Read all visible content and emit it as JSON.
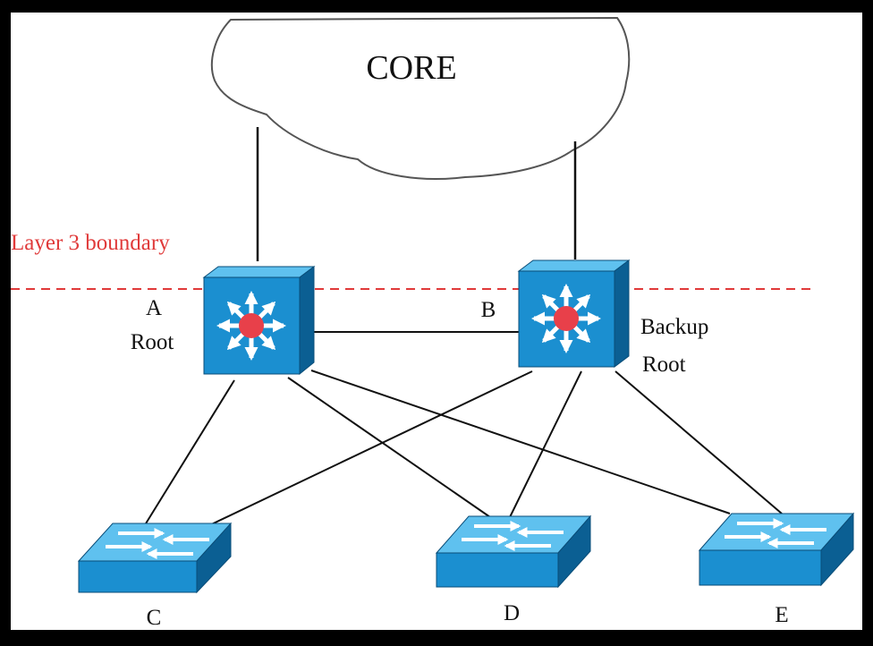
{
  "cloud": {
    "label": "CORE"
  },
  "boundary": {
    "label": "Layer 3 boundary",
    "color": "#e03a3a"
  },
  "switches": {
    "a": {
      "letter": "A",
      "role": "Root"
    },
    "b": {
      "letter": "B",
      "role_line1": "Backup",
      "role_line2": "Root"
    },
    "c": {
      "letter": "C"
    },
    "d": {
      "letter": "D"
    },
    "e": {
      "letter": "E"
    }
  },
  "colors": {
    "switch_front": "#1b8fd0",
    "switch_top": "#5fc1ef",
    "switch_side": "#0b5f93",
    "core_dot": "#e8404a",
    "frame": "#000000",
    "canvas": "#ffffff"
  },
  "icons": {
    "multilayer_switch": "router-switch-icon",
    "access_switch": "workgroup-switch-icon",
    "cloud": "cloud-icon"
  }
}
